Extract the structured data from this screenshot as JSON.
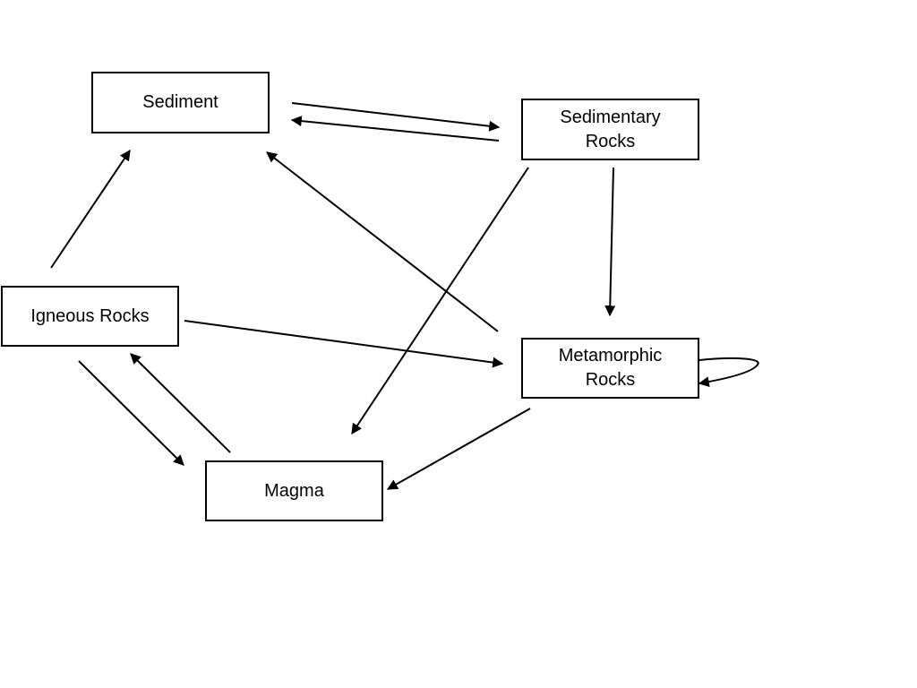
{
  "nodes": {
    "sediment": {
      "label": "Sediment"
    },
    "sedimentary_rocks": {
      "label": "Sedimentary\nRocks"
    },
    "igneous_rocks": {
      "label": "Igneous Rocks"
    },
    "metamorphic_rocks": {
      "label": "Metamorphic\nRocks"
    },
    "magma": {
      "label": "Magma"
    }
  },
  "edges": [
    {
      "from": "Sediment",
      "to": "Sedimentary Rocks"
    },
    {
      "from": "Sedimentary Rocks",
      "to": "Sediment"
    },
    {
      "from": "Sedimentary Rocks",
      "to": "Metamorphic Rocks"
    },
    {
      "from": "Sedimentary Rocks",
      "to": "Magma"
    },
    {
      "from": "Metamorphic Rocks",
      "to": "Sediment"
    },
    {
      "from": "Metamorphic Rocks",
      "to": "Magma"
    },
    {
      "from": "Metamorphic Rocks",
      "to": "Metamorphic Rocks"
    },
    {
      "from": "Igneous Rocks",
      "to": "Sediment"
    },
    {
      "from": "Igneous Rocks",
      "to": "Metamorphic Rocks"
    },
    {
      "from": "Igneous Rocks",
      "to": "Magma"
    },
    {
      "from": "Magma",
      "to": "Igneous Rocks"
    }
  ],
  "colors": {
    "stroke": "#000000",
    "background": "#ffffff"
  }
}
